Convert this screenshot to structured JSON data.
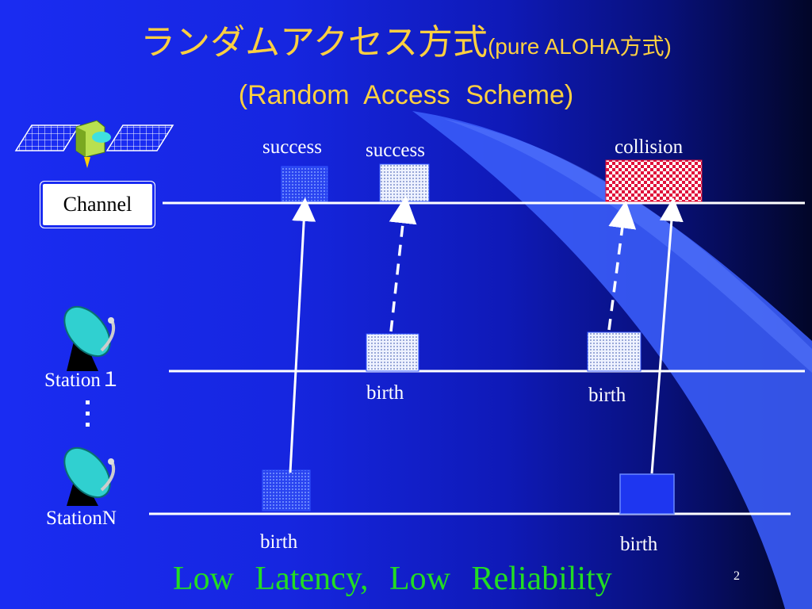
{
  "title": {
    "japanese": "ランダムアクセス方式",
    "parenthetical": "(pure ALOHA方式)",
    "english": "(Random Access Scheme)"
  },
  "labels": {
    "channel": "Channel",
    "station_1": "Station１",
    "station_n": "StationN"
  },
  "channel_events": [
    "success",
    "success",
    "collision"
  ],
  "birth_labels": [
    "birth",
    "birth",
    "birth",
    "birth"
  ],
  "summary": "Low Latency, Low Reliability",
  "page_number": "2",
  "colors": {
    "title": "#ffd040",
    "summary": "#22dd22",
    "collision": "#e0103a",
    "background": "#1a2cf2"
  },
  "icons": [
    "satellite-icon",
    "dish-antenna-icon",
    "dish-antenna-icon"
  ]
}
